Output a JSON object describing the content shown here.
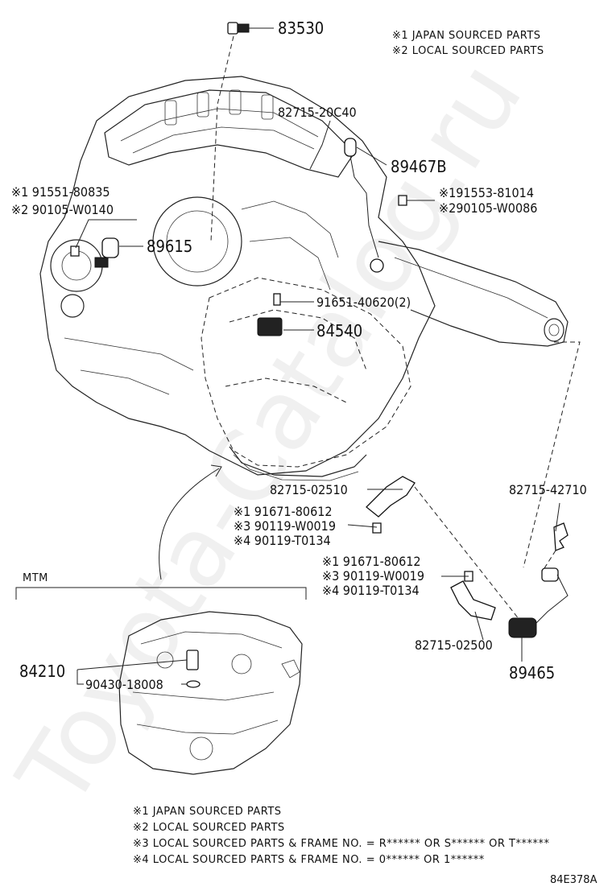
{
  "watermark": "Toyota-Catalog.ru",
  "top_notes": [
    "※1 JAPAN SOURCED PARTS",
    "※2 LOCAL SOURCED PARTS"
  ],
  "bottom_notes": [
    "※1 JAPAN SOURCED PARTS",
    "※2 LOCAL SOURCED PARTS",
    "※3 LOCAL SOURCED PARTS & FRAME NO. = R****** OR S****** OR T******",
    "※4 LOCAL SOURCED PARTS & FRAME NO. = 0****** OR 1******"
  ],
  "section_label": "MTM",
  "figure_code": "84E378A",
  "parts": {
    "p83530": "83530",
    "p82715_20c40": "82715-20C40",
    "p89467b": "89467B",
    "p91553_81014": "※191553-81014",
    "p90105_w0086": "※290105-W0086",
    "p91551_80835": "※1 91551-80835",
    "p90105_w0140": "※2 90105-W0140",
    "p89615": "89615",
    "p91651_40620": "91651-40620(2)",
    "p84540": "84540",
    "p82715_02510": "82715-02510",
    "p91671_80612_a": "※1 91671-80612",
    "p90119_w0019_a": "※3 90119-W0019",
    "p90119_t0134_a": "※4 90119-T0134",
    "p82715_42710": "82715-42710",
    "p91671_80612_b": "※1 91671-80612",
    "p90119_w0019_b": "※3 90119-W0019",
    "p90119_t0134_b": "※4 90119-T0134",
    "p82715_02500": "82715-02500",
    "p89465": "89465",
    "p84210": "84210",
    "p90430_18008": "90430-18008"
  }
}
